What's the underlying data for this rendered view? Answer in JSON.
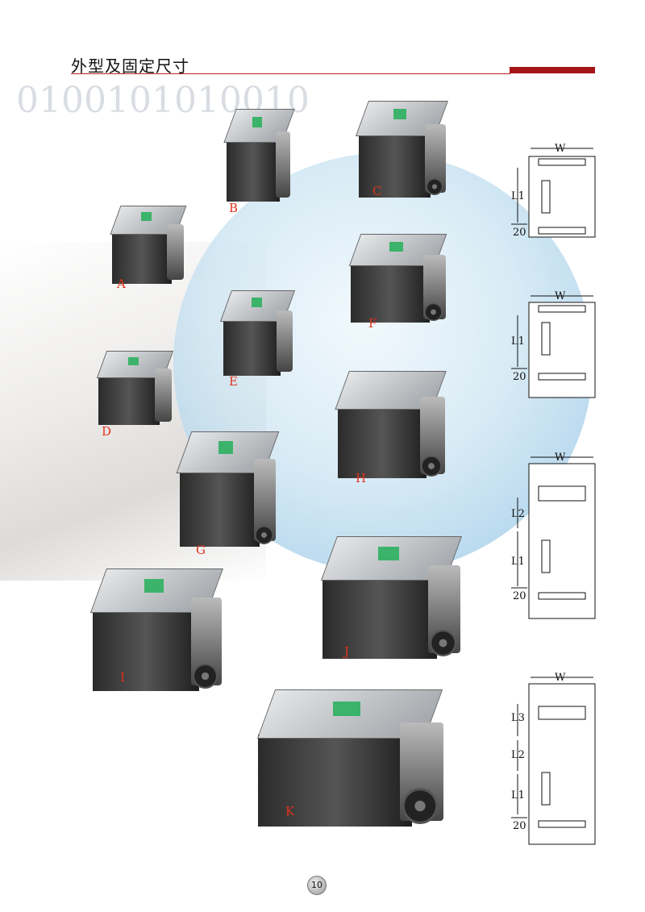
{
  "header": {
    "title": "外型及固定尺寸"
  },
  "products": [
    {
      "label": "A"
    },
    {
      "label": "B"
    },
    {
      "label": "C"
    },
    {
      "label": "D"
    },
    {
      "label": "E"
    },
    {
      "label": "F"
    },
    {
      "label": "G"
    },
    {
      "label": "H"
    },
    {
      "label": "I"
    },
    {
      "label": "J"
    },
    {
      "label": "K"
    }
  ],
  "background_text": "0100101010010",
  "drawings": [
    {
      "w": "W",
      "dims": [
        "L1",
        "20"
      ]
    },
    {
      "w": "W",
      "dims": [
        "L1",
        "20"
      ]
    },
    {
      "w": "W",
      "dims": [
        "L2",
        "L1",
        "20"
      ]
    },
    {
      "w": "W",
      "dims": [
        "L3",
        "L2",
        "L1",
        "20"
      ]
    }
  ],
  "footer": {
    "page_number": "10"
  }
}
